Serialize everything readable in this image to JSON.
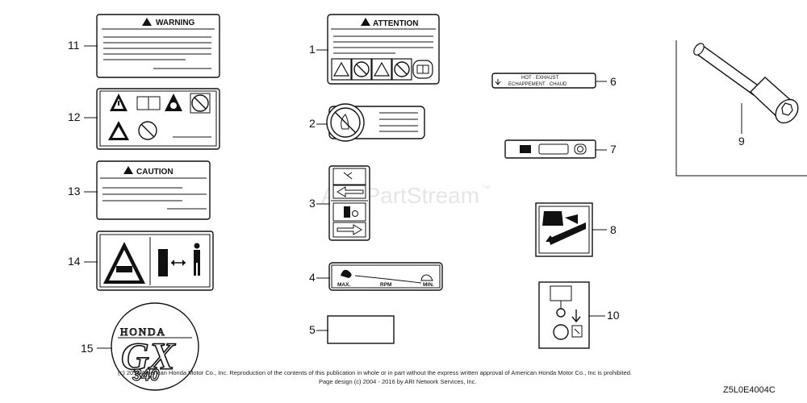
{
  "watermark": {
    "text": "ARI PartStream",
    "tm": "™"
  },
  "callouts": {
    "c1": "1",
    "c2": "2",
    "c3": "3",
    "c4": "4",
    "c5": "5",
    "c6": "6",
    "c7": "7",
    "c8": "8",
    "c9": "9",
    "c10": "10",
    "c11": "11",
    "c12": "12",
    "c13": "13",
    "c14": "14",
    "c15": "15"
  },
  "labels": {
    "warning_title": "WARNING",
    "attention_title": "ATTENTION",
    "caution_title": "CAUTION",
    "exhaust_line1": "HOT · EXHAUST",
    "exhaust_line2": "ECHAPPEMENT · CHAUD",
    "throttle_max": "MAX.",
    "throttle_rpm": "RPM",
    "throttle_min": "MIN.",
    "emblem_brand": "HONDA",
    "emblem_series": "GX",
    "emblem_model": "340"
  },
  "footer": {
    "copyright_line1": "(c) 2016 American Honda Motor Co., Inc. Reproduction of the contents of this publication in whole or in part without the express written approval of American Honda Motor Co., Inc is prohibited.",
    "copyright_line2": "Page design (c) 2004 - 2016 by ARI Network Services, Inc.",
    "diagram_code": "Z5L0E4004C"
  }
}
